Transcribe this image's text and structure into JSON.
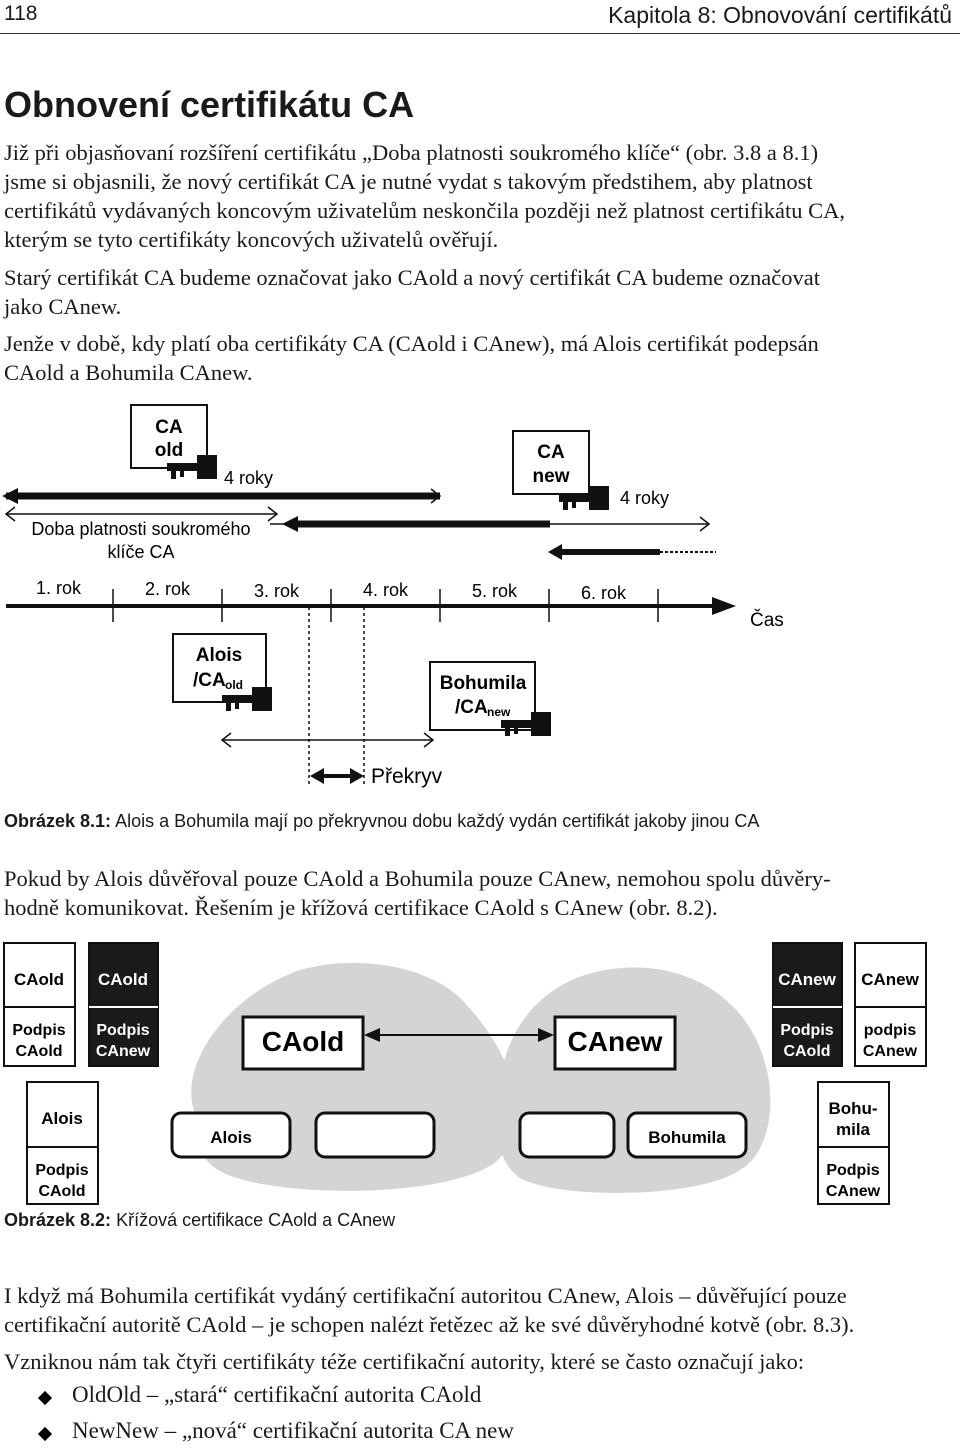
{
  "header": {
    "page_number": "118",
    "chapter": "Kapitola 8: Obnovování certifikátů"
  },
  "section": {
    "title": "Obnovení certifikátu CA"
  },
  "paragraphs": {
    "p1_line1": "Již při objasňovaní rozšíření certifikátu „Doba platnosti soukromého klíče“ (obr. 3.8 a 8.1)",
    "p1_line2": "jsme si objasnili, že nový certifikát CA je nutné vydat s takovým předstihem, aby platnost",
    "p1_line3": "certifikátů vydávaných koncovým uživatelům neskončila později než platnost certifikátu CA,",
    "p1_line4": "kterým se tyto certifikáty koncových uživatelů ověřují.",
    "p2_line1": "Starý certifikát CA budeme označovat jako CAold a nový certifikát CA budeme označovat",
    "p2_line2": "jako CAnew.",
    "p3_line1": "Jenže v době, kdy platí oba certifikáty CA (CAold i CAnew), má Alois certifikát podepsán",
    "p3_line2": "CAold a Bohumila CAnew.",
    "p4_line1": "Pokud by Alois důvěřoval pouze CAold a Bohumila pouze CAnew, nemohou spolu důvěry-",
    "p4_line2": "hodně komunikovat. Řešením je křížová certifikace CAold s CAnew (obr. 8.2).",
    "p5_line1": "I když má Bohumila certifikát vydáný certifikační autoritou CAnew, Alois – důvěřující pouze",
    "p5_line2": "certifikační autoritě CAold – je schopen nalézt řetězec až ke své důvěryhodné kotvě (obr. 8.3).",
    "p6_line1": "Vzniknou nám tak čtyři certifikáty téže certifikační autority, které se často označují jako:"
  },
  "bullets": [
    "OldOld – „stará“ certifikační autorita CAold",
    "NewNew – „nová“ certifikační autorita CA new"
  ],
  "figure1": {
    "caption_label": "Obrázek 8.1:",
    "caption_text": " Alois a Bohumila mají po překryvnou dobu každý vydán certifikát jakoby jinou CA",
    "ca_old_line1": "CA",
    "ca_old_line2": "old",
    "ca_new_line1": "CA",
    "ca_new_line2": "new",
    "years_old": "4 roky",
    "years_new": "4 roky",
    "validity_line1": "Doba platnosti soukromého",
    "validity_line2": "klíče CA",
    "timeline_labels": [
      "1. rok",
      "2. rok",
      "3. rok",
      "4. rok",
      "5. rok",
      "6. rok"
    ],
    "time_label": "Čas",
    "alois_name": "Alois",
    "alois_ca": "/CA",
    "alois_sub": "old",
    "bohumila_name": "Bohumila",
    "bohumila_ca": "/CA",
    "bohumila_sub": "new",
    "overlap_label": "Překryv"
  },
  "figure2": {
    "caption_label": "Obrázek 8.2:",
    "caption_text": " Křížová certifikace CAold a CAnew",
    "cert_left_1_top": "CAold",
    "cert_left_1_bottom_1": "Podpis",
    "cert_left_1_bottom_2": "CAold",
    "cert_left_2_top": "CAold",
    "cert_left_2_bottom_1": "Podpis",
    "cert_left_2_bottom_2": "CAnew",
    "cert_alois_top": "Alois",
    "cert_alois_bottom_1": "Podpis",
    "cert_alois_bottom_2": "CAold",
    "cert_right_1_top": "CAnew",
    "cert_right_1_bottom_1": "Podpis",
    "cert_right_1_bottom_2": "CAold",
    "cert_right_2_top": "CAnew",
    "cert_right_2_bottom_1": "podpis",
    "cert_right_2_bottom_2": "CAnew",
    "cert_bohumila_top_1": "Bohu-",
    "cert_bohumila_top_2": "mila",
    "cert_bohumila_bottom_1": "Podpis",
    "cert_bohumila_bottom_2": "CAnew",
    "node_caold": "CAold",
    "node_canew": "CAnew",
    "node_alois": "Alois",
    "node_bohumila": "Bohumila"
  }
}
